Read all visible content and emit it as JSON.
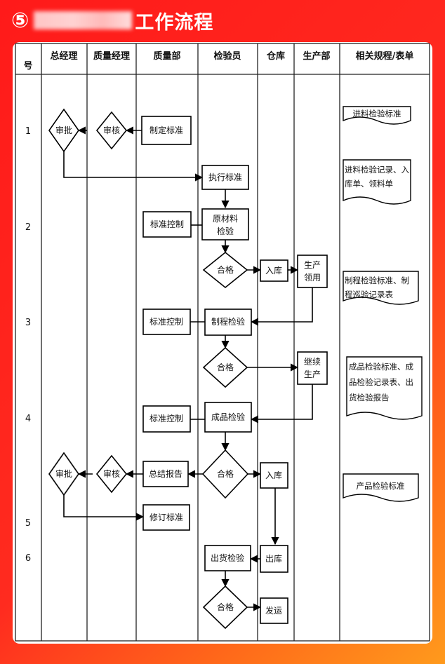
{
  "title": {
    "number": "⑤",
    "text": "工作流程"
  },
  "columns": {
    "num": "号",
    "gm": "总经理",
    "qm": "质量经理",
    "qd": "质量部",
    "inspector": "检验员",
    "warehouse": "仓库",
    "production": "生产部",
    "docs": "相关规程/表单"
  },
  "rows": [
    "1",
    "2",
    "3",
    "4",
    "5",
    "6"
  ],
  "nodes": {
    "approve1": "审批",
    "review1": "审核",
    "set_standard": "制定标准",
    "exec_standard": "执行标准",
    "std_ctrl1": "标准控制",
    "raw_inspect_l1": "原材料",
    "raw_inspect_l2": "检验",
    "pass1": "合格",
    "store_in1": "入库",
    "prod_use_l1": "生产",
    "prod_use_l2": "领用",
    "std_ctrl2": "标准控制",
    "process_inspect": "制程检验",
    "pass2": "合格",
    "continue_l1": "继续",
    "continue_l2": "生产",
    "std_ctrl3": "标准控制",
    "product_inspect": "成品检验",
    "summary_report": "总结报告",
    "review2": "审核",
    "approve2": "审批",
    "pass3": "合格",
    "store_in2": "入库",
    "revise_standard": "修订标准",
    "ship_inspect": "出货检验",
    "store_out": "出库",
    "pass4": "合格",
    "ship": "发运"
  },
  "docs": {
    "d1": "进料检验标准",
    "d2_l1": "进料检验记录、入",
    "d2_l2": "库单、领料单",
    "d3_l1": "制程检验标准、制",
    "d3_l2": "程巡验记录表",
    "d4_l1": "成品检验标准、成",
    "d4_l2": "品检验记录表、出",
    "d4_l3": "货检验报告",
    "d5": "产品检验标准"
  }
}
